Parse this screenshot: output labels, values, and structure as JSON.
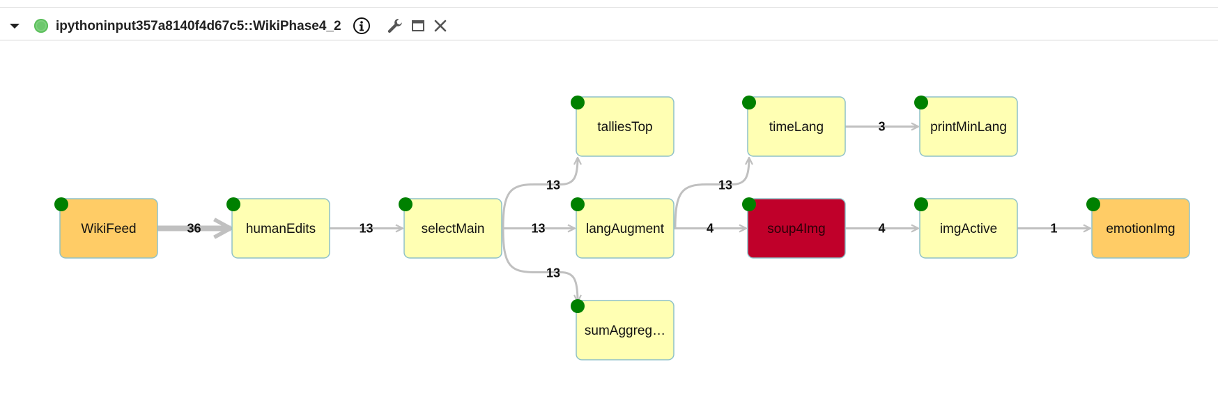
{
  "header": {
    "title": "ipythoninput357a8140f4d67c5::WikiPhase4_2",
    "collapse_icon": "caret-down-icon",
    "status_icon": "status-running-icon",
    "info_icon": "info-icon",
    "settings_icon": "wrench-icon",
    "maximize_icon": "maximize-icon",
    "close_icon": "close-icon"
  },
  "colors": {
    "node_default": "#ffffb3",
    "node_source": "#ffcc66",
    "node_error": "#c0002a",
    "node_border": "#8ec1c8",
    "node_status": "#008000",
    "edge": "#c0c0c0",
    "status_dot": "#7fd17f"
  },
  "graph": {
    "nodes": [
      {
        "id": "WikiFeed",
        "label": "WikiFeed",
        "kind": "source"
      },
      {
        "id": "humanEdits",
        "label": "humanEdits",
        "kind": "default"
      },
      {
        "id": "selectMain",
        "label": "selectMain",
        "kind": "default"
      },
      {
        "id": "talliesTop",
        "label": "talliesTop",
        "kind": "default"
      },
      {
        "id": "langAugment",
        "label": "langAugment",
        "kind": "default"
      },
      {
        "id": "sumAggreg",
        "label": "sumAggreg…",
        "kind": "default"
      },
      {
        "id": "timeLang",
        "label": "timeLang",
        "kind": "default"
      },
      {
        "id": "soup4Img",
        "label": "soup4Img",
        "kind": "error"
      },
      {
        "id": "printMinLang",
        "label": "printMinLang",
        "kind": "default"
      },
      {
        "id": "imgActive",
        "label": "imgActive",
        "kind": "default"
      },
      {
        "id": "emotionImg",
        "label": "emotionImg",
        "kind": "source"
      }
    ],
    "edges": [
      {
        "from": "WikiFeed",
        "to": "humanEdits",
        "label": "36"
      },
      {
        "from": "humanEdits",
        "to": "selectMain",
        "label": "13"
      },
      {
        "from": "selectMain",
        "to": "talliesTop",
        "label": "13"
      },
      {
        "from": "selectMain",
        "to": "langAugment",
        "label": "13"
      },
      {
        "from": "selectMain",
        "to": "sumAggreg",
        "label": "13"
      },
      {
        "from": "langAugment",
        "to": "timeLang",
        "label": "13"
      },
      {
        "from": "langAugment",
        "to": "soup4Img",
        "label": "4"
      },
      {
        "from": "timeLang",
        "to": "printMinLang",
        "label": "3"
      },
      {
        "from": "soup4Img",
        "to": "imgActive",
        "label": "4"
      },
      {
        "from": "imgActive",
        "to": "emotionImg",
        "label": "1"
      }
    ]
  }
}
